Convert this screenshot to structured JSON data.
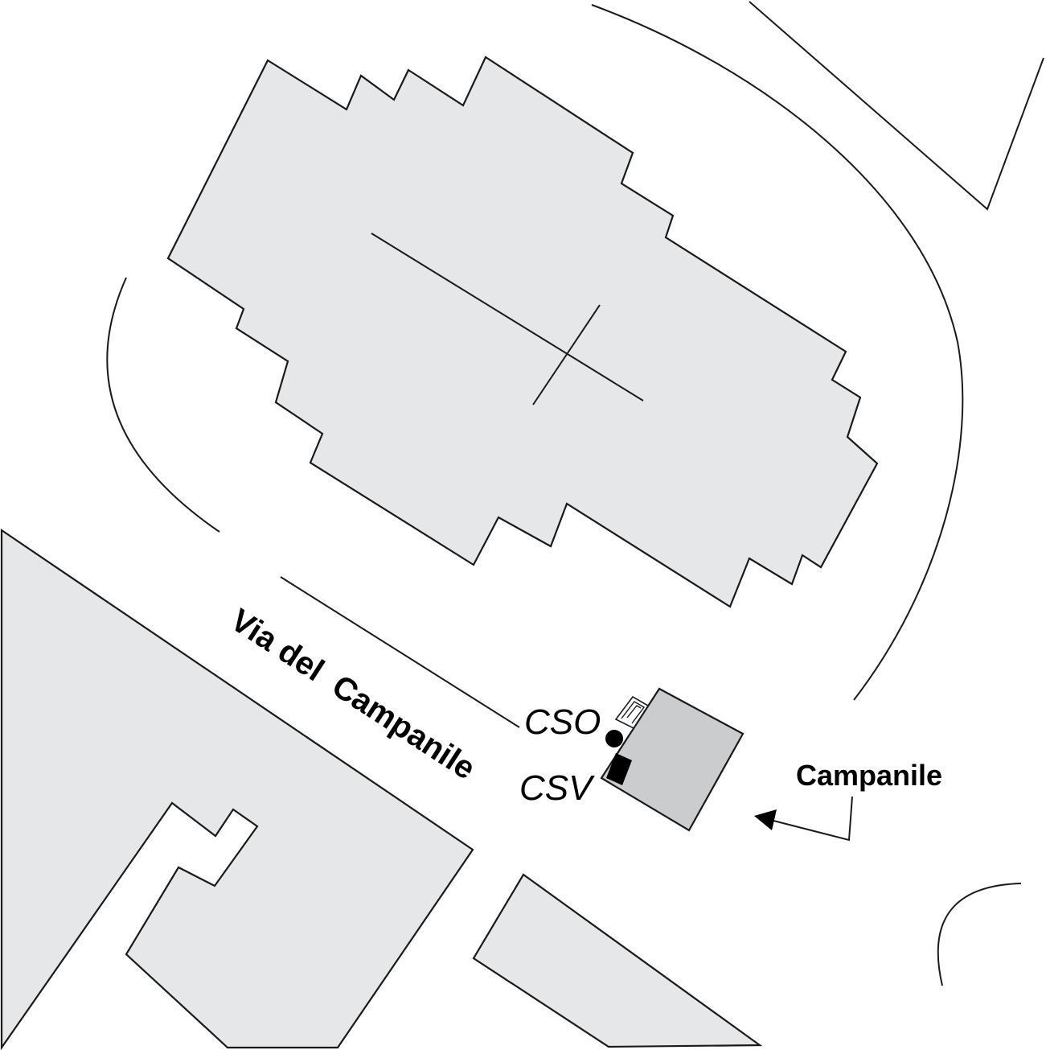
{
  "map": {
    "street_label": "Via del  Campanile",
    "sensors": [
      {
        "id": "cso",
        "label": "CSO",
        "marker": "circle"
      },
      {
        "id": "csv",
        "label": "CSV",
        "marker": "rectangle"
      }
    ],
    "callout": {
      "label": "Campanile",
      "icon": "arrow-left-icon"
    },
    "colors": {
      "building_fill": "#e6e7e8",
      "tower_fill": "#cbccce",
      "line": "#1a1a1a"
    }
  }
}
